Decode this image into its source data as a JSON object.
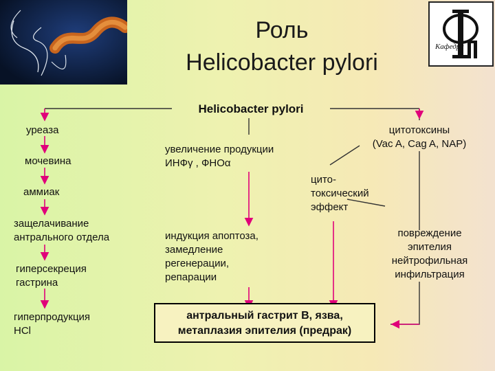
{
  "title": {
    "line1": "Роль",
    "line2": "Helicobacter pylori"
  },
  "logo": {
    "text": "Кафедра"
  },
  "root": "Helicobacter pylori",
  "left_chain": {
    "ureaza": "уреаза",
    "mochevina": "мочевина",
    "ammiak": "аммиак",
    "zashch_1": "защелачивание",
    "zashch_2": "антрального отдела",
    "gipersekr_1": "гиперсекреция",
    "gipersekr_2": "гастрина",
    "giperprod_1": "гиперпродукция",
    "giperprod_2": "HCl"
  },
  "middle_chain": {
    "uvel_1": "увеличение продукции",
    "uvel_2": "ИНФγ , ФНОα",
    "induk_1": "индукция апоптоза,",
    "induk_2": "замедление",
    "induk_3": "регенерации,",
    "induk_4": "репарации"
  },
  "right_chain": {
    "cito_1": "цитотоксины",
    "cito_2": "(Vac A, Cag A, NAP)",
    "ceff_1": "цито-",
    "ceff_2": "токсический",
    "ceff_3": "эффект",
    "povr_1": "повреждение",
    "povr_2": "эпителия",
    "povr_3": "нейтрофильная",
    "povr_4": "инфильтрация"
  },
  "result": {
    "line1": "антральный гастрит В, язва,",
    "line2": "метаплазия эпителия (предрак)"
  },
  "colors": {
    "arrow": "#e0007a",
    "line": "#333333"
  }
}
